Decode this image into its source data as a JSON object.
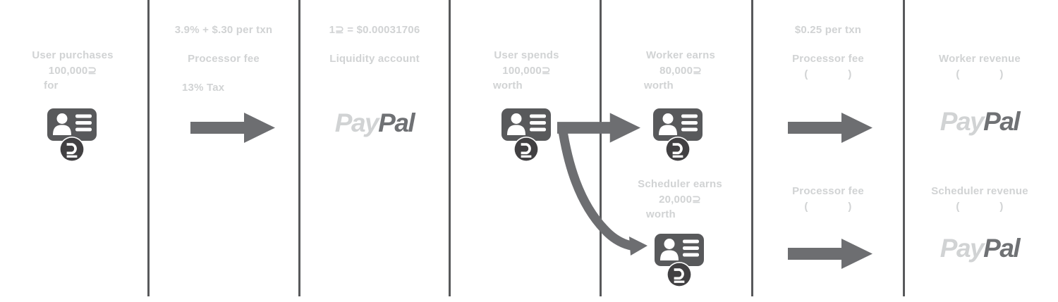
{
  "palette": {
    "text_light": "#d1d3d4",
    "divider": "#58595b",
    "arrow": "#6d6e71",
    "icon_card": "#58595b",
    "icon_coin": "#414042",
    "paypal_pay": "#d1d3d4",
    "paypal_pal": "#6f7174"
  },
  "diagram": {
    "user_purchase": {
      "line1": "User purchases",
      "line2": "100,000⊇",
      "line3": "for"
    },
    "processor_fee_buy": {
      "rate": "3.9% + $.30 per txn",
      "label": "Processor fee",
      "tax": "13% Tax"
    },
    "liquidity": {
      "rate": "1⊇ = $0.00031706",
      "label": "Liquidity account",
      "paypal_pay": "Pay",
      "paypal_pal": "Pal"
    },
    "user_spend": {
      "line1": "User spends",
      "line2": "100,000⊇",
      "line3": "worth"
    },
    "worker_earn": {
      "line1": "Worker earns",
      "line2": "80,000⊇",
      "line3": "worth"
    },
    "scheduler_earn": {
      "line1": "Scheduler earns",
      "line2": "20,000⊇",
      "line3": "worth"
    },
    "worker_fee": {
      "rate": "$0.25 per txn",
      "label": "Processor fee",
      "amount": "(             )"
    },
    "scheduler_fee": {
      "label": "Processor fee",
      "amount": "(             )"
    },
    "worker_revenue": {
      "label": "Worker revenue",
      "amount": "(             )",
      "paypal_pay": "Pay",
      "paypal_pal": "Pal"
    },
    "scheduler_revenue": {
      "label": "Scheduler revenue",
      "amount": "(             )",
      "paypal_pay": "Pay",
      "paypal_pal": "Pal"
    }
  }
}
